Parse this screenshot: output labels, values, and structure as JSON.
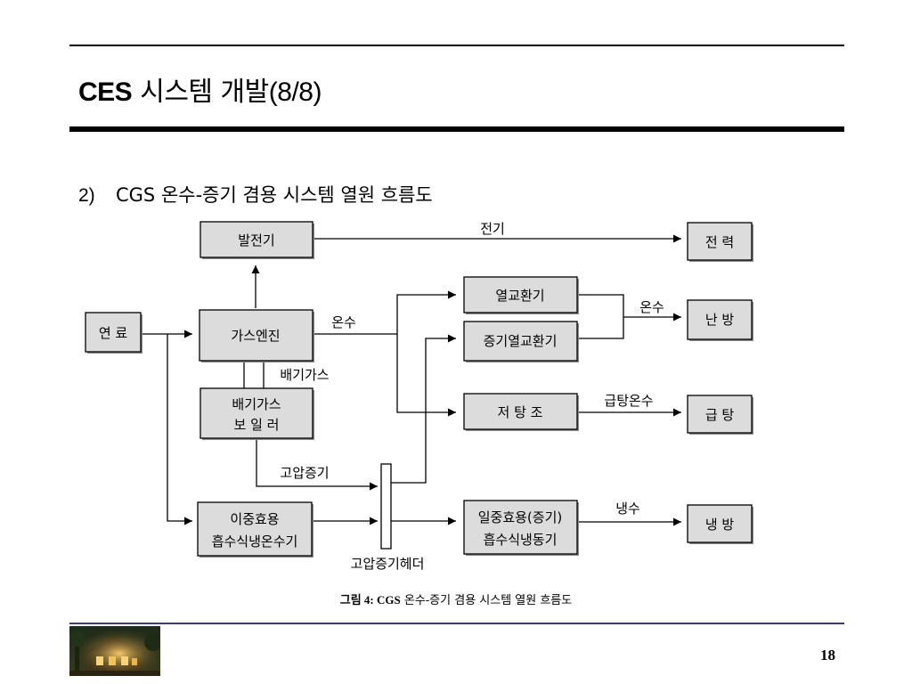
{
  "title": {
    "bold": "CES",
    "main": " 시스템 개발",
    "paren": "(8/8)"
  },
  "subtitle": {
    "number": "2)",
    "text": "CGS 온수-증기 겸용 시스템 열원 흐름도"
  },
  "diagram": {
    "nodes": {
      "generator": "발전기",
      "power": "전 력",
      "fuel": "연 료",
      "gas_engine": "가스엔진",
      "heat_exchanger": "열교환기",
      "steam_heat_exchanger": "증기열교환기",
      "heating": "난 방",
      "exhaust_boiler_line1": "배기가스",
      "exhaust_boiler_line2": "보 일 러",
      "storage_tank": "저 탕 조",
      "hot_water_supply": "급 탕",
      "double_effect_line1": "이중효용",
      "double_effect_line2": "흡수식냉온수기",
      "single_effect_line1": "일중효용(증기)",
      "single_effect_line2": "흡수식냉동기",
      "cooling": "냉 방"
    },
    "edge_labels": {
      "electricity": "전기",
      "hot_water": "온수",
      "exhaust_gas": "배기가스",
      "hot_water_2": "온수",
      "supply_hot_water": "급탕온수",
      "high_pressure_steam": "고압증기",
      "chilled_water": "냉수",
      "steam_header": "고압증기헤더"
    }
  },
  "caption": {
    "label": "그림 4: CGS",
    "text": " 온수-증기 겸용 시스템 열원 흐름도"
  },
  "footer": {
    "page_number": "18",
    "logo_alt": "building-photo"
  }
}
